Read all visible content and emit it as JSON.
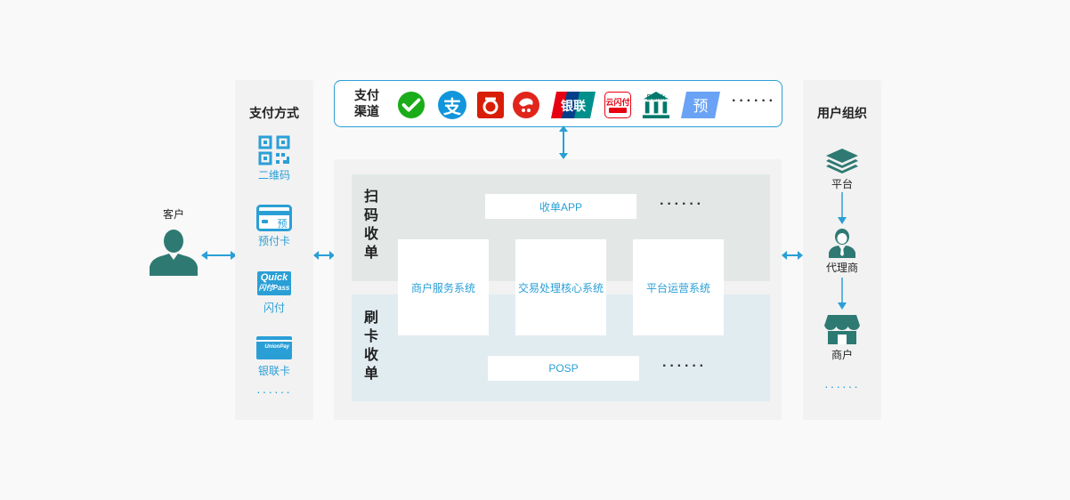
{
  "customer": {
    "label": "客户"
  },
  "payment_methods": {
    "title": "支付方式",
    "items": [
      {
        "label": "二维码",
        "icon": "qr-code-icon"
      },
      {
        "label": "预付卡",
        "icon": "prepaid-card-icon",
        "badge": "预"
      },
      {
        "label": "闪付",
        "icon": "quickpass-icon",
        "badge_top": "Quick",
        "badge_bottom": "闪付Pass"
      },
      {
        "label": "银联卡",
        "icon": "unionpay-card-icon",
        "badge": "UnionPay"
      }
    ],
    "more": "······"
  },
  "channels": {
    "title_line1": "支付",
    "title_line2": "渠道",
    "icons": [
      {
        "name": "wechat-pay-icon",
        "color": "#1aad19"
      },
      {
        "name": "alipay-icon",
        "color": "#1296db",
        "glyph": "支"
      },
      {
        "name": "baidu-wallet-icon",
        "color": "#d81e06"
      },
      {
        "name": "jd-pay-icon",
        "color": "#e1251b"
      },
      {
        "name": "unionpay-icon",
        "glyph": "银联"
      },
      {
        "name": "cloud-quickpass-icon",
        "glyph": "云闪付",
        "color": "#e60012"
      },
      {
        "name": "bank-icon",
        "glyph": "Bank",
        "color": "#00796b"
      },
      {
        "name": "prepay-icon",
        "glyph": "预",
        "color": "#6aa3f5"
      }
    ],
    "more": "······"
  },
  "core": {
    "scan_label": [
      "扫",
      "码",
      "收",
      "单"
    ],
    "card_label": [
      "刷",
      "卡",
      "收",
      "单"
    ],
    "scan_app": "收单APP",
    "posp": "POSP",
    "scan_more": "······",
    "card_more": "······",
    "systems": [
      "商户服务系统",
      "交易处理核心系统",
      "平台运营系统"
    ]
  },
  "user_org": {
    "title": "用户组织",
    "items": [
      {
        "label": "平台",
        "icon": "layers-icon"
      },
      {
        "label": "代理商",
        "icon": "agent-icon"
      },
      {
        "label": "商户",
        "icon": "store-icon"
      }
    ],
    "more": "······"
  }
}
